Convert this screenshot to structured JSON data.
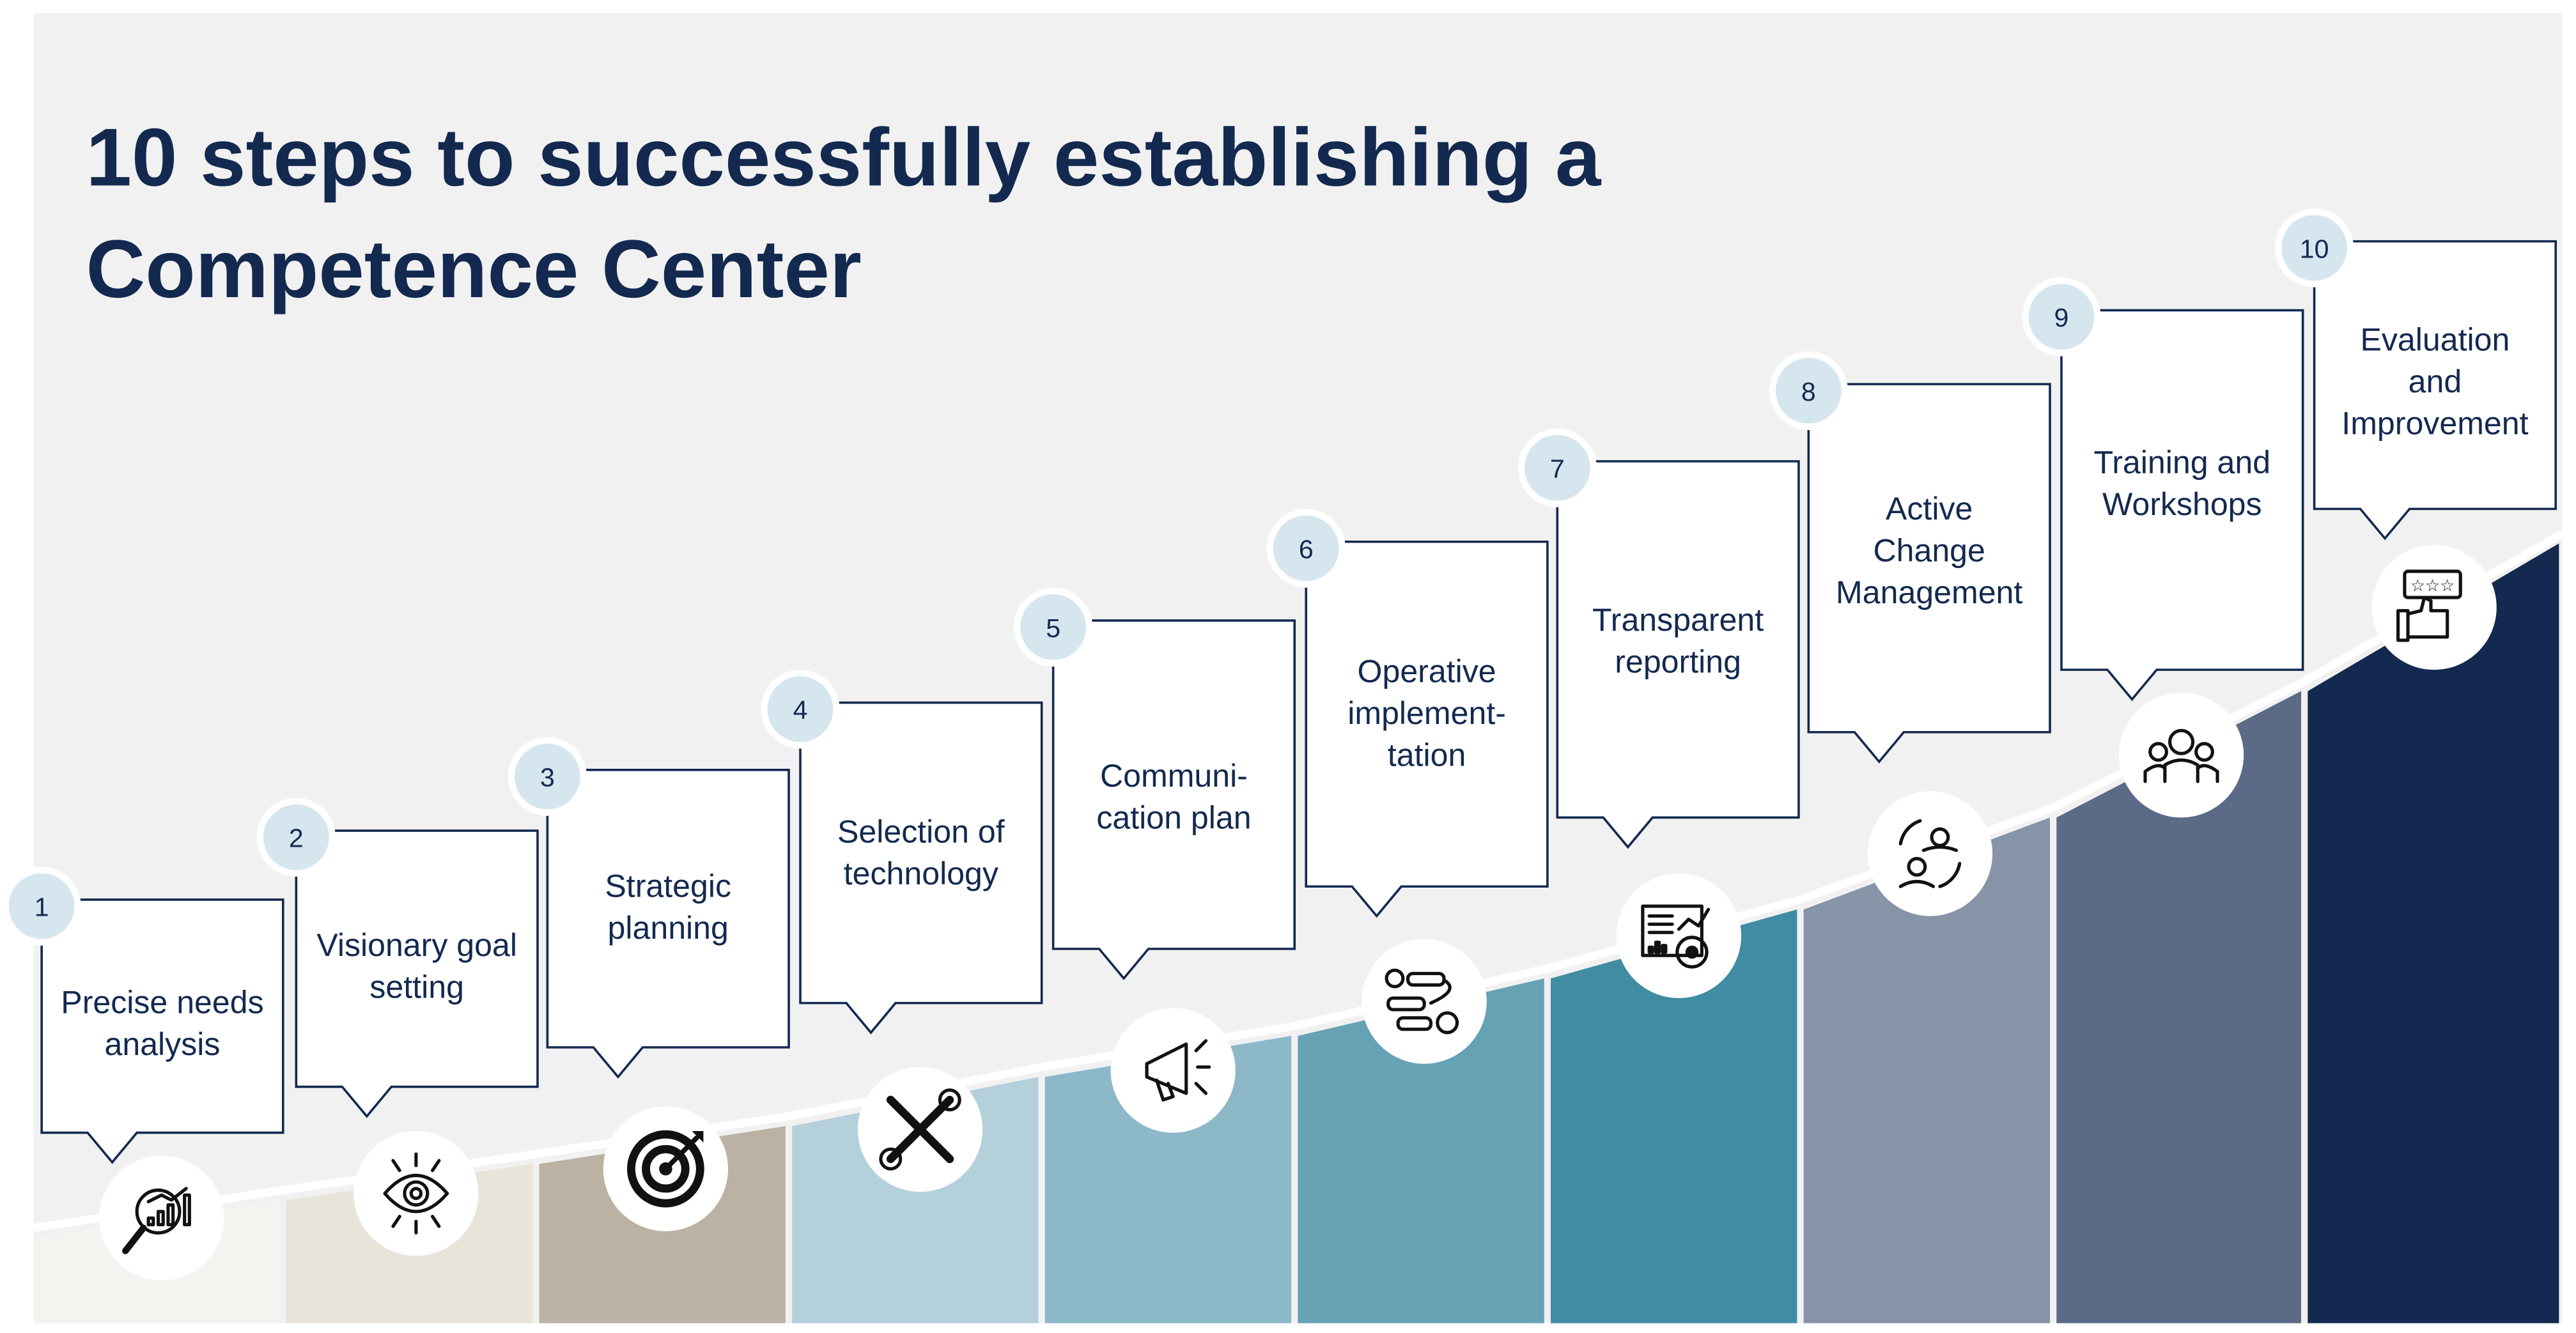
{
  "title": {
    "line1": "10 steps to successfully establishing a",
    "line2": "Competence Center"
  },
  "colors": {
    "title": "#13294f",
    "background": "#f1f1f1",
    "badge": "#d5e6ee",
    "box_border": "#13294f"
  },
  "steps": [
    {
      "number": "1",
      "lines": [
        "Precise needs",
        "analysis"
      ],
      "icon": "analytics-magnifier-icon",
      "color": "#f4f3ef"
    },
    {
      "number": "2",
      "lines": [
        "Visionary goal",
        "setting"
      ],
      "icon": "eye-vision-icon",
      "color": "#e8e4da"
    },
    {
      "number": "3",
      "lines": [
        "Strategic",
        "planning"
      ],
      "icon": "target-arrow-icon",
      "color": "#bbb2a3"
    },
    {
      "number": "4",
      "lines": [
        "Selection of",
        "technology"
      ],
      "icon": "tools-wrench-screwdriver-icon",
      "color": "#b3d0db"
    },
    {
      "number": "5",
      "lines": [
        "Communi-",
        "cation plan"
      ],
      "icon": "megaphone-icon",
      "color": "#8db8c8"
    },
    {
      "number": "6",
      "lines": [
        "Operative",
        "implement-",
        "tation"
      ],
      "icon": "process-gears-icon",
      "color": "#65a2b4"
    },
    {
      "number": "7",
      "lines": [
        "Transparent",
        "reporting"
      ],
      "icon": "report-dashboard-icon",
      "color": "#3f8ca3"
    },
    {
      "number": "8",
      "lines": [
        "Active",
        "Change",
        "Management"
      ],
      "icon": "change-people-cycle-icon",
      "color": "#8794a8"
    },
    {
      "number": "9",
      "lines": [
        "Training and",
        "Workshops"
      ],
      "icon": "team-group-icon",
      "color": "#5a6a87"
    },
    {
      "number": "10",
      "lines": [
        "Evaluation",
        "and",
        "Improvement"
      ],
      "icon": "thumbs-up-rating-icon",
      "color": "#13294f"
    }
  ]
}
